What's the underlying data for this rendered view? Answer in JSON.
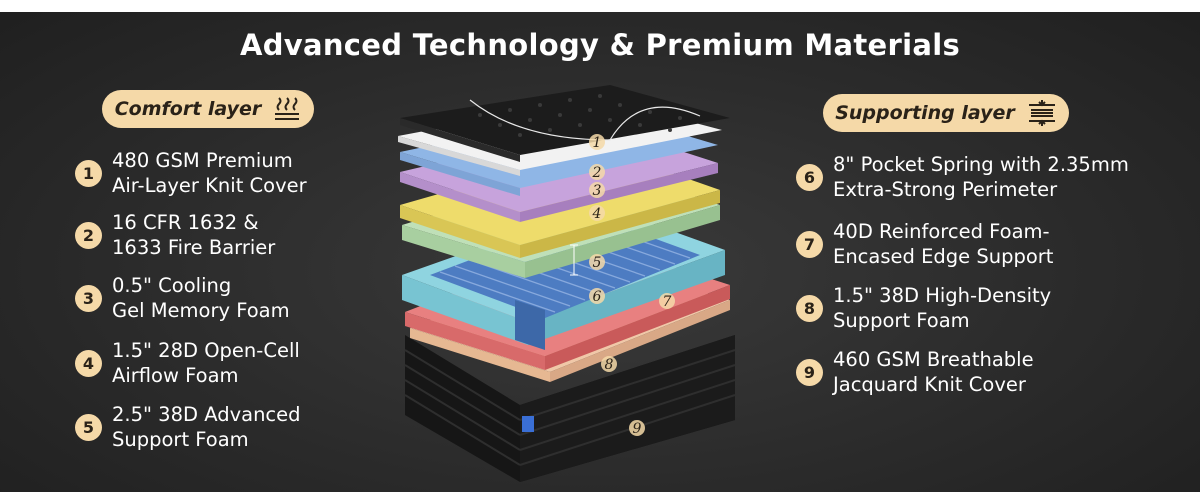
{
  "title": "Advanced Technology & Premium Materials",
  "comfort_layer": {
    "label": "Comfort layer",
    "icon": "heat-waves-icon",
    "items": [
      {
        "number": "1",
        "text": "480 GSM Premium\nAir-Layer Knit Cover"
      },
      {
        "number": "2",
        "text": "16 CFR 1632 &\n1633 Fire Barrier"
      },
      {
        "number": "3",
        "text": "0.5\" Cooling\nGel Memory Foam"
      },
      {
        "number": "4",
        "text": "1.5\" 28D Open-Cell\nAirflow Foam"
      },
      {
        "number": "5",
        "text": "2.5\" 38D Advanced\nSupport Foam"
      }
    ]
  },
  "supporting_layer": {
    "label": "Supporting layer",
    "icon": "compression-icon",
    "items": [
      {
        "number": "6",
        "text": "8\" Pocket Spring with 2.35mm\nExtra-Strong Perimeter"
      },
      {
        "number": "7",
        "text": "40D Reinforced Foam-\nEncased Edge Support"
      },
      {
        "number": "8",
        "text": "1.5\" 38D High-Density\nSupport Foam"
      },
      {
        "number": "9",
        "text": "460 GSM Breathable\nJacquard Knit Cover"
      }
    ]
  },
  "diagram_labels": [
    "1",
    "2",
    "3",
    "4",
    "5",
    "6",
    "7",
    "8",
    "9"
  ],
  "colors": {
    "accent": "#f5d9a8",
    "cover": "#1c1c1c",
    "fire_barrier": "#f2f2f2",
    "gel_foam": "#8fb6e6",
    "airflow_foam": "#c7a3dc",
    "support_foam": "#eedc6b",
    "green_foam": "#bfe0b8",
    "edge_foam": "#8fd4e0",
    "springs": "#4d7cc2",
    "hd_foam_red": "#e88080",
    "hd_foam_peach": "#f0c8a8",
    "base": "#161616"
  }
}
